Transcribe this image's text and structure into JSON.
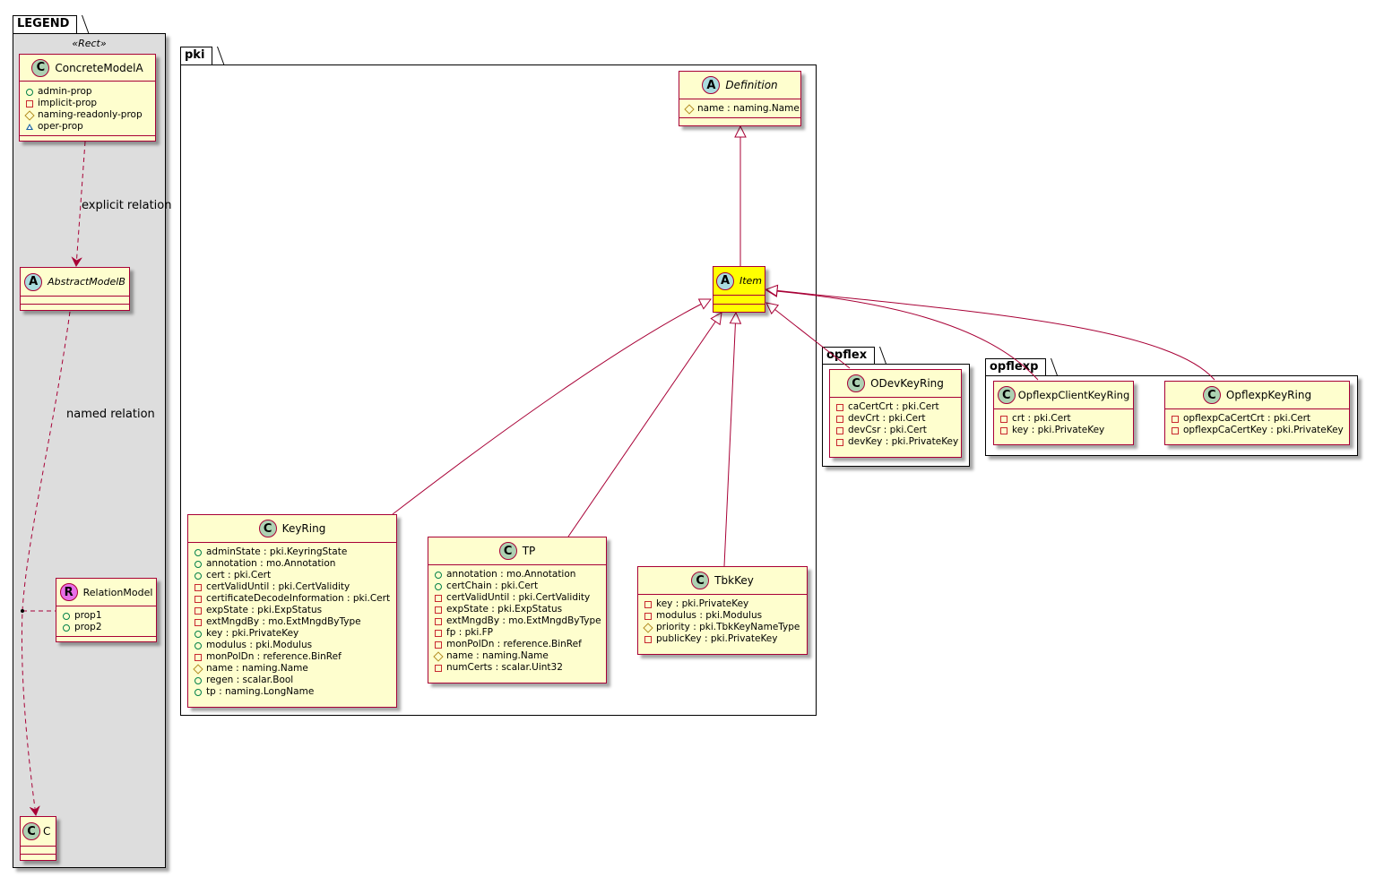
{
  "packages": {
    "legend": "LEGEND",
    "pki": "pki",
    "opflex": "opflex",
    "opflexp": "opflexp"
  },
  "legend": {
    "stereotype": "«Rect»",
    "concrete": {
      "name": "ConcreteModelA",
      "attrs": [
        {
          "vis": "public",
          "text": "admin-prop"
        },
        {
          "vis": "private",
          "text": "implicit-prop"
        },
        {
          "vis": "protected",
          "text": "naming-readonly-prop"
        },
        {
          "vis": "package",
          "text": "oper-prop"
        }
      ]
    },
    "abstract": {
      "name": "AbstractModelB"
    },
    "relation": {
      "name": "RelationModel",
      "attrs": [
        {
          "vis": "public",
          "text": "prop1"
        },
        {
          "vis": "public",
          "text": "prop2"
        }
      ]
    },
    "c": {
      "name": "C"
    },
    "explicit_label": "explicit relation",
    "named_label": "named relation"
  },
  "classes": {
    "definition": {
      "name": "Definition",
      "attrs": [
        {
          "vis": "protected",
          "text": "name : naming.Name"
        }
      ]
    },
    "item": {
      "name": "Item"
    },
    "keyring": {
      "name": "KeyRing",
      "attrs": [
        {
          "vis": "public",
          "text": "adminState : pki.KeyringState"
        },
        {
          "vis": "public",
          "text": "annotation : mo.Annotation"
        },
        {
          "vis": "public",
          "text": "cert : pki.Cert"
        },
        {
          "vis": "private",
          "text": "certValidUntil : pki.CertValidity"
        },
        {
          "vis": "private",
          "text": "certificateDecodeInformation : pki.Cert"
        },
        {
          "vis": "private",
          "text": "expState : pki.ExpStatus"
        },
        {
          "vis": "private",
          "text": "extMngdBy : mo.ExtMngdByType"
        },
        {
          "vis": "public",
          "text": "key : pki.PrivateKey"
        },
        {
          "vis": "public",
          "text": "modulus : pki.Modulus"
        },
        {
          "vis": "private",
          "text": "monPolDn : reference.BinRef"
        },
        {
          "vis": "protected",
          "text": "name : naming.Name"
        },
        {
          "vis": "public",
          "text": "regen : scalar.Bool"
        },
        {
          "vis": "public",
          "text": "tp : naming.LongName"
        }
      ]
    },
    "tp": {
      "name": "TP",
      "attrs": [
        {
          "vis": "public",
          "text": "annotation : mo.Annotation"
        },
        {
          "vis": "public",
          "text": "certChain : pki.Cert"
        },
        {
          "vis": "private",
          "text": "certValidUntil : pki.CertValidity"
        },
        {
          "vis": "private",
          "text": "expState : pki.ExpStatus"
        },
        {
          "vis": "private",
          "text": "extMngdBy : mo.ExtMngdByType"
        },
        {
          "vis": "private",
          "text": "fp : pki.FP"
        },
        {
          "vis": "private",
          "text": "monPolDn : reference.BinRef"
        },
        {
          "vis": "protected",
          "text": "name : naming.Name"
        },
        {
          "vis": "private",
          "text": "numCerts : scalar.Uint32"
        }
      ]
    },
    "tbkkey": {
      "name": "TbkKey",
      "attrs": [
        {
          "vis": "private",
          "text": "key : pki.PrivateKey"
        },
        {
          "vis": "private",
          "text": "modulus : pki.Modulus"
        },
        {
          "vis": "protected",
          "text": "priority : pki.TbkKeyNameType"
        },
        {
          "vis": "private",
          "text": "publicKey : pki.PrivateKey"
        }
      ]
    },
    "odevkeyring": {
      "name": "ODevKeyRing",
      "attrs": [
        {
          "vis": "private",
          "text": "caCertCrt : pki.Cert"
        },
        {
          "vis": "private",
          "text": "devCrt : pki.Cert"
        },
        {
          "vis": "private",
          "text": "devCsr : pki.Cert"
        },
        {
          "vis": "private",
          "text": "devKey : pki.PrivateKey"
        }
      ]
    },
    "clientkeyring": {
      "name": "OpflexpClientKeyRing",
      "attrs": [
        {
          "vis": "private",
          "text": "crt : pki.Cert"
        },
        {
          "vis": "private",
          "text": "key : pki.PrivateKey"
        }
      ]
    },
    "opflexpkeyring": {
      "name": "OpflexpKeyRing",
      "attrs": [
        {
          "vis": "private",
          "text": "opflexpCaCertCrt : pki.Cert"
        },
        {
          "vis": "private",
          "text": "opflexpCaCertKey : pki.PrivateKey"
        }
      ]
    }
  },
  "colors": {
    "class_fill": "#fefece",
    "class_border": "#a80036",
    "highlight_fill": "#ffff00",
    "legend_fill": "#dddddd",
    "edge": "#a80036"
  },
  "icons": {
    "class": "C",
    "abstract": "A",
    "relation": "R"
  }
}
